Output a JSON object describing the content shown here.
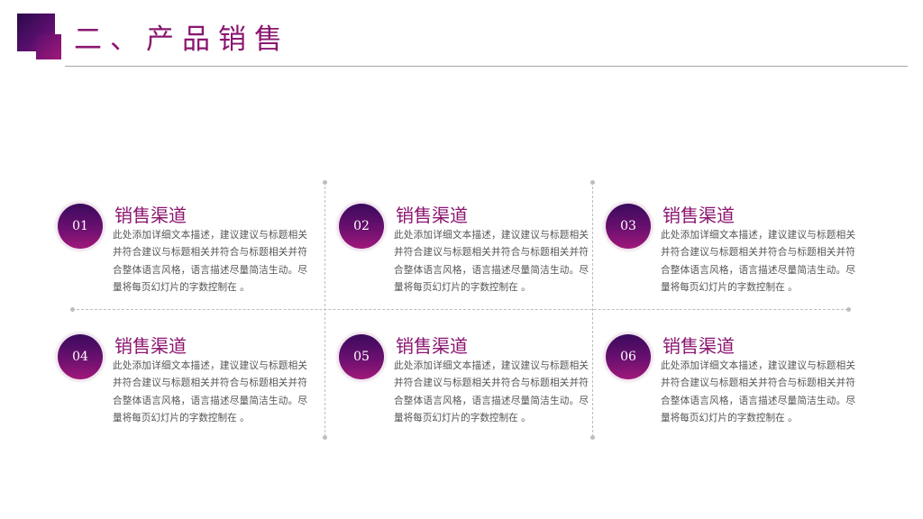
{
  "header": {
    "title": "二、产品销售"
  },
  "colors": {
    "accent": "#8a1670",
    "accent_dark": "#3a0a5c",
    "divider": "#bdbdbd",
    "body_text": "#555555"
  },
  "items": [
    {
      "number": "01",
      "title": "销售渠道",
      "description": "此处添加详细文本描述，建议建议与标题相关并符合建议与标题相关并符合与标题相关并符合整体语言风格，语言描述尽量简洁生动。尽量将每页幻灯片的字数控制在 。"
    },
    {
      "number": "02",
      "title": "销售渠道",
      "description": "此处添加详细文本描述，建议建议与标题相关并符合建议与标题相关并符合与标题相关并符合整体语言风格，语言描述尽量简洁生动。尽量将每页幻灯片的字数控制在 。"
    },
    {
      "number": "03",
      "title": "销售渠道",
      "description": "此处添加详细文本描述，建议建议与标题相关并符合建议与标题相关并符合与标题相关并符合整体语言风格，语言描述尽量简洁生动。尽量将每页幻灯片的字数控制在 。"
    },
    {
      "number": "04",
      "title": "销售渠道",
      "description": "此处添加详细文本描述，建议建议与标题相关并符合建议与标题相关并符合与标题相关并符合整体语言风格，语言描述尽量简洁生动。尽量将每页幻灯片的字数控制在 。"
    },
    {
      "number": "05",
      "title": "销售渠道",
      "description": "此处添加详细文本描述，建议建议与标题相关并符合建议与标题相关并符合与标题相关并符合整体语言风格，语言描述尽量简洁生动。尽量将每页幻灯片的字数控制在 。"
    },
    {
      "number": "06",
      "title": "销售渠道",
      "description": "此处添加详细文本描述，建议建议与标题相关并符合建议与标题相关并符合与标题相关并符合整体语言风格，语言描述尽量简洁生动。尽量将每页幻灯片的字数控制在 。"
    }
  ]
}
